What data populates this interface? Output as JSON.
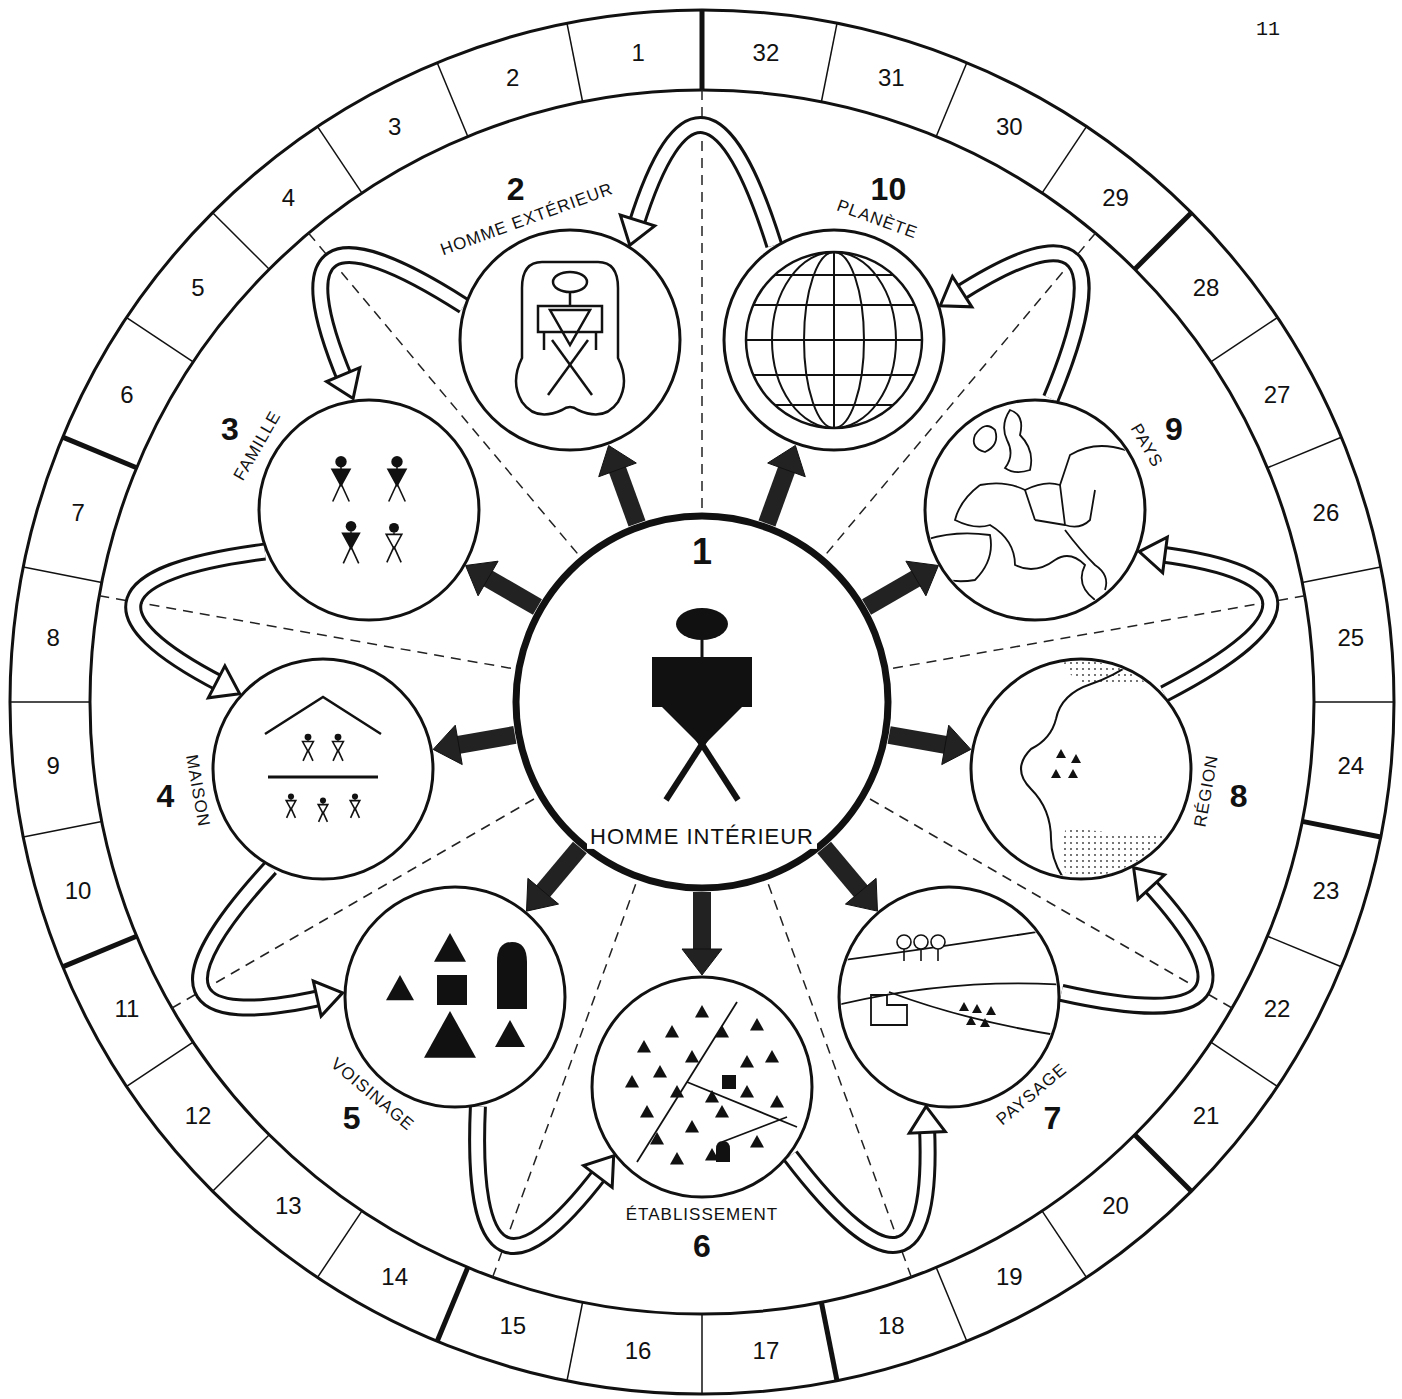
{
  "diagram": {
    "nodes": [
      {
        "text": [
          "1",
          "HOMME INTÉRIEUR"
        ]
      },
      {
        "text": [
          "2",
          "HOMME EXTÉRIEUR"
        ]
      },
      {
        "text": [
          "3",
          "FAMILLE"
        ]
      },
      {
        "text": [
          "4",
          "MAISON"
        ]
      },
      {
        "text": [
          "5",
          "VOISINAGE"
        ]
      },
      {
        "text": [
          "6",
          "ÉTABLISSEMENT"
        ]
      },
      {
        "text": [
          "7",
          "PAYSAGE"
        ]
      },
      {
        "text": [
          "8",
          "RÉGION"
        ]
      },
      {
        "text": [
          "9",
          "PAYS"
        ]
      },
      {
        "text": [
          "10",
          "PLANÈTE"
        ]
      }
    ],
    "edges": [
      {
        "from": 0,
        "to": 1,
        "arrow": "to"
      },
      {
        "from": 0,
        "to": 2,
        "arrow": "to"
      },
      {
        "from": 0,
        "to": 3,
        "arrow": "to"
      },
      {
        "from": 0,
        "to": 4,
        "arrow": "to"
      },
      {
        "from": 0,
        "to": 5,
        "arrow": "to"
      },
      {
        "from": 0,
        "to": 6,
        "arrow": "to"
      },
      {
        "from": 0,
        "to": 7,
        "arrow": "to"
      },
      {
        "from": 0,
        "to": 8,
        "arrow": "to"
      },
      {
        "from": 0,
        "to": 9,
        "arrow": "to"
      },
      {
        "from": 1,
        "to": 2,
        "arrow": "to"
      },
      {
        "from": 2,
        "to": 3,
        "arrow": "to"
      },
      {
        "from": 3,
        "to": 4,
        "arrow": "to"
      },
      {
        "from": 4,
        "to": 5,
        "arrow": "to"
      },
      {
        "from": 5,
        "to": 6,
        "arrow": "to"
      },
      {
        "from": 6,
        "to": 7,
        "arrow": "to"
      },
      {
        "from": 7,
        "to": 8,
        "arrow": "to"
      },
      {
        "from": 8,
        "to": 9,
        "arrow": "to"
      },
      {
        "from": 9,
        "to": 1,
        "arrow": "to"
      }
    ],
    "labels": [
      "11",
      "1",
      "2",
      "3",
      "4",
      "5",
      "6",
      "7",
      "8",
      "9",
      "10",
      "11",
      "12",
      "13",
      "14",
      "15",
      "16",
      "17",
      "18",
      "19",
      "20",
      "21",
      "22",
      "23",
      "24",
      "25",
      "26",
      "27",
      "28",
      "29",
      "30",
      "31",
      "32"
    ]
  }
}
